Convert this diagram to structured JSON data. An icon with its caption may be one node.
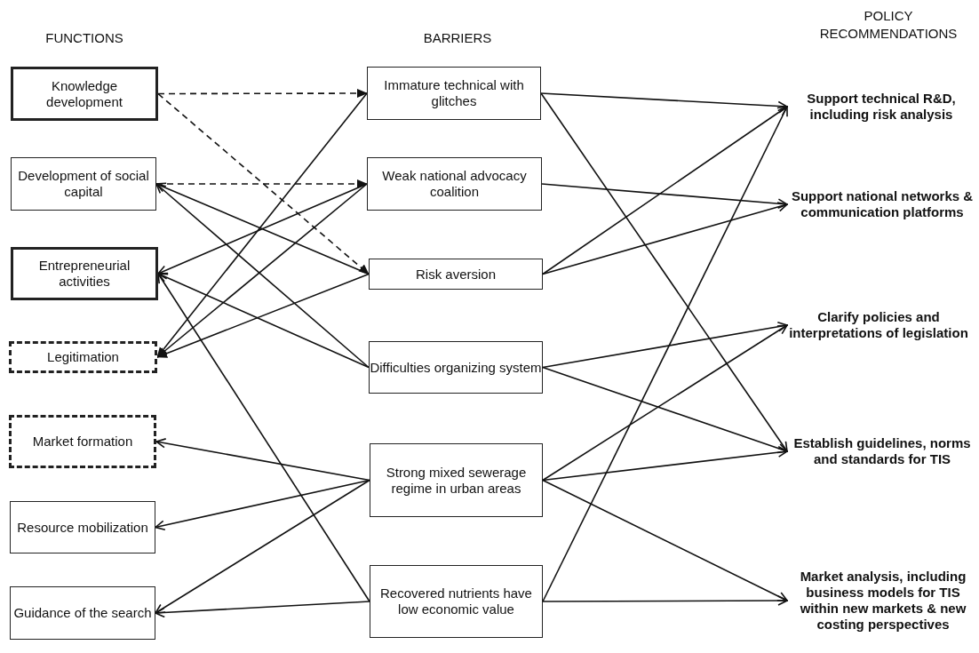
{
  "diagram": {
    "nodes": [
      {
        "text": [
          "Knowledge development"
        ]
      },
      {
        "text": [
          "Development of social capital"
        ]
      },
      {
        "text": [
          "Entrepreneurial activities"
        ]
      },
      {
        "text": [
          "Legitimation"
        ]
      },
      {
        "text": [
          "Market formation"
        ]
      },
      {
        "text": [
          "Resource mobilization"
        ]
      },
      {
        "text": [
          "Guidance of the search"
        ]
      },
      {
        "text": [
          "Immature technical with glitches"
        ]
      },
      {
        "text": [
          "Weak national advocacy coalition"
        ]
      },
      {
        "text": [
          "Risk aversion"
        ]
      },
      {
        "text": [
          "Difficulties organizing system"
        ]
      },
      {
        "text": [
          "Strong mixed sewerage regime in urban areas"
        ]
      },
      {
        "text": [
          "Recovered nutrients have low economic value"
        ]
      },
      {
        "text": [
          "Support technical R&D, including risk analysis"
        ]
      },
      {
        "text": [
          "Support national networks & communication platforms"
        ]
      },
      {
        "text": [
          "Clarify policies and interpretations of legislation"
        ]
      },
      {
        "text": [
          "Establish guidelines, norms and standards for TIS"
        ]
      },
      {
        "text": [
          "Market analysis, including business models for TIS within new markets & new costing perspectives"
        ]
      }
    ],
    "edges": [
      {
        "from": 0,
        "to": 7,
        "arrow": "to",
        "style": "dashed"
      },
      {
        "from": 0,
        "to": 9,
        "arrow": "to",
        "style": "dashed"
      },
      {
        "from": 1,
        "to": 8,
        "arrow": "to",
        "style": "dashed"
      },
      {
        "from": 7,
        "to": 3,
        "arrow": "to"
      },
      {
        "from": 8,
        "to": 2,
        "arrow": "to"
      },
      {
        "from": 8,
        "to": 3,
        "arrow": "to"
      },
      {
        "from": 9,
        "to": 1,
        "arrow": "to"
      },
      {
        "from": 9,
        "to": 3,
        "arrow": "to"
      },
      {
        "from": 10,
        "to": 1,
        "arrow": "to"
      },
      {
        "from": 10,
        "to": 2,
        "arrow": "to"
      },
      {
        "from": 12,
        "to": 2,
        "arrow": "to"
      },
      {
        "from": 11,
        "to": 4,
        "arrow": "to"
      },
      {
        "from": 11,
        "to": 5,
        "arrow": "to"
      },
      {
        "from": 11,
        "to": 6,
        "arrow": "to"
      },
      {
        "from": 12,
        "to": 6,
        "arrow": "to"
      },
      {
        "from": 7,
        "to": 13,
        "arrow": "to"
      },
      {
        "from": 7,
        "to": 16,
        "arrow": "to"
      },
      {
        "from": 8,
        "to": 14,
        "arrow": "to"
      },
      {
        "from": 9,
        "to": 13,
        "arrow": "to"
      },
      {
        "from": 9,
        "to": 14,
        "arrow": "to"
      },
      {
        "from": 10,
        "to": 15,
        "arrow": "to"
      },
      {
        "from": 10,
        "to": 16,
        "arrow": "to"
      },
      {
        "from": 11,
        "to": 15,
        "arrow": "to"
      },
      {
        "from": 11,
        "to": 16,
        "arrow": "to"
      },
      {
        "from": 11,
        "to": 17,
        "arrow": "to"
      },
      {
        "from": 12,
        "to": 13,
        "arrow": "to"
      },
      {
        "from": 12,
        "to": 17,
        "arrow": "to"
      }
    ],
    "labels": [
      "FUNCTIONS",
      "BARRIERS",
      "POLICY RECOMMENDATIONS"
    ]
  }
}
